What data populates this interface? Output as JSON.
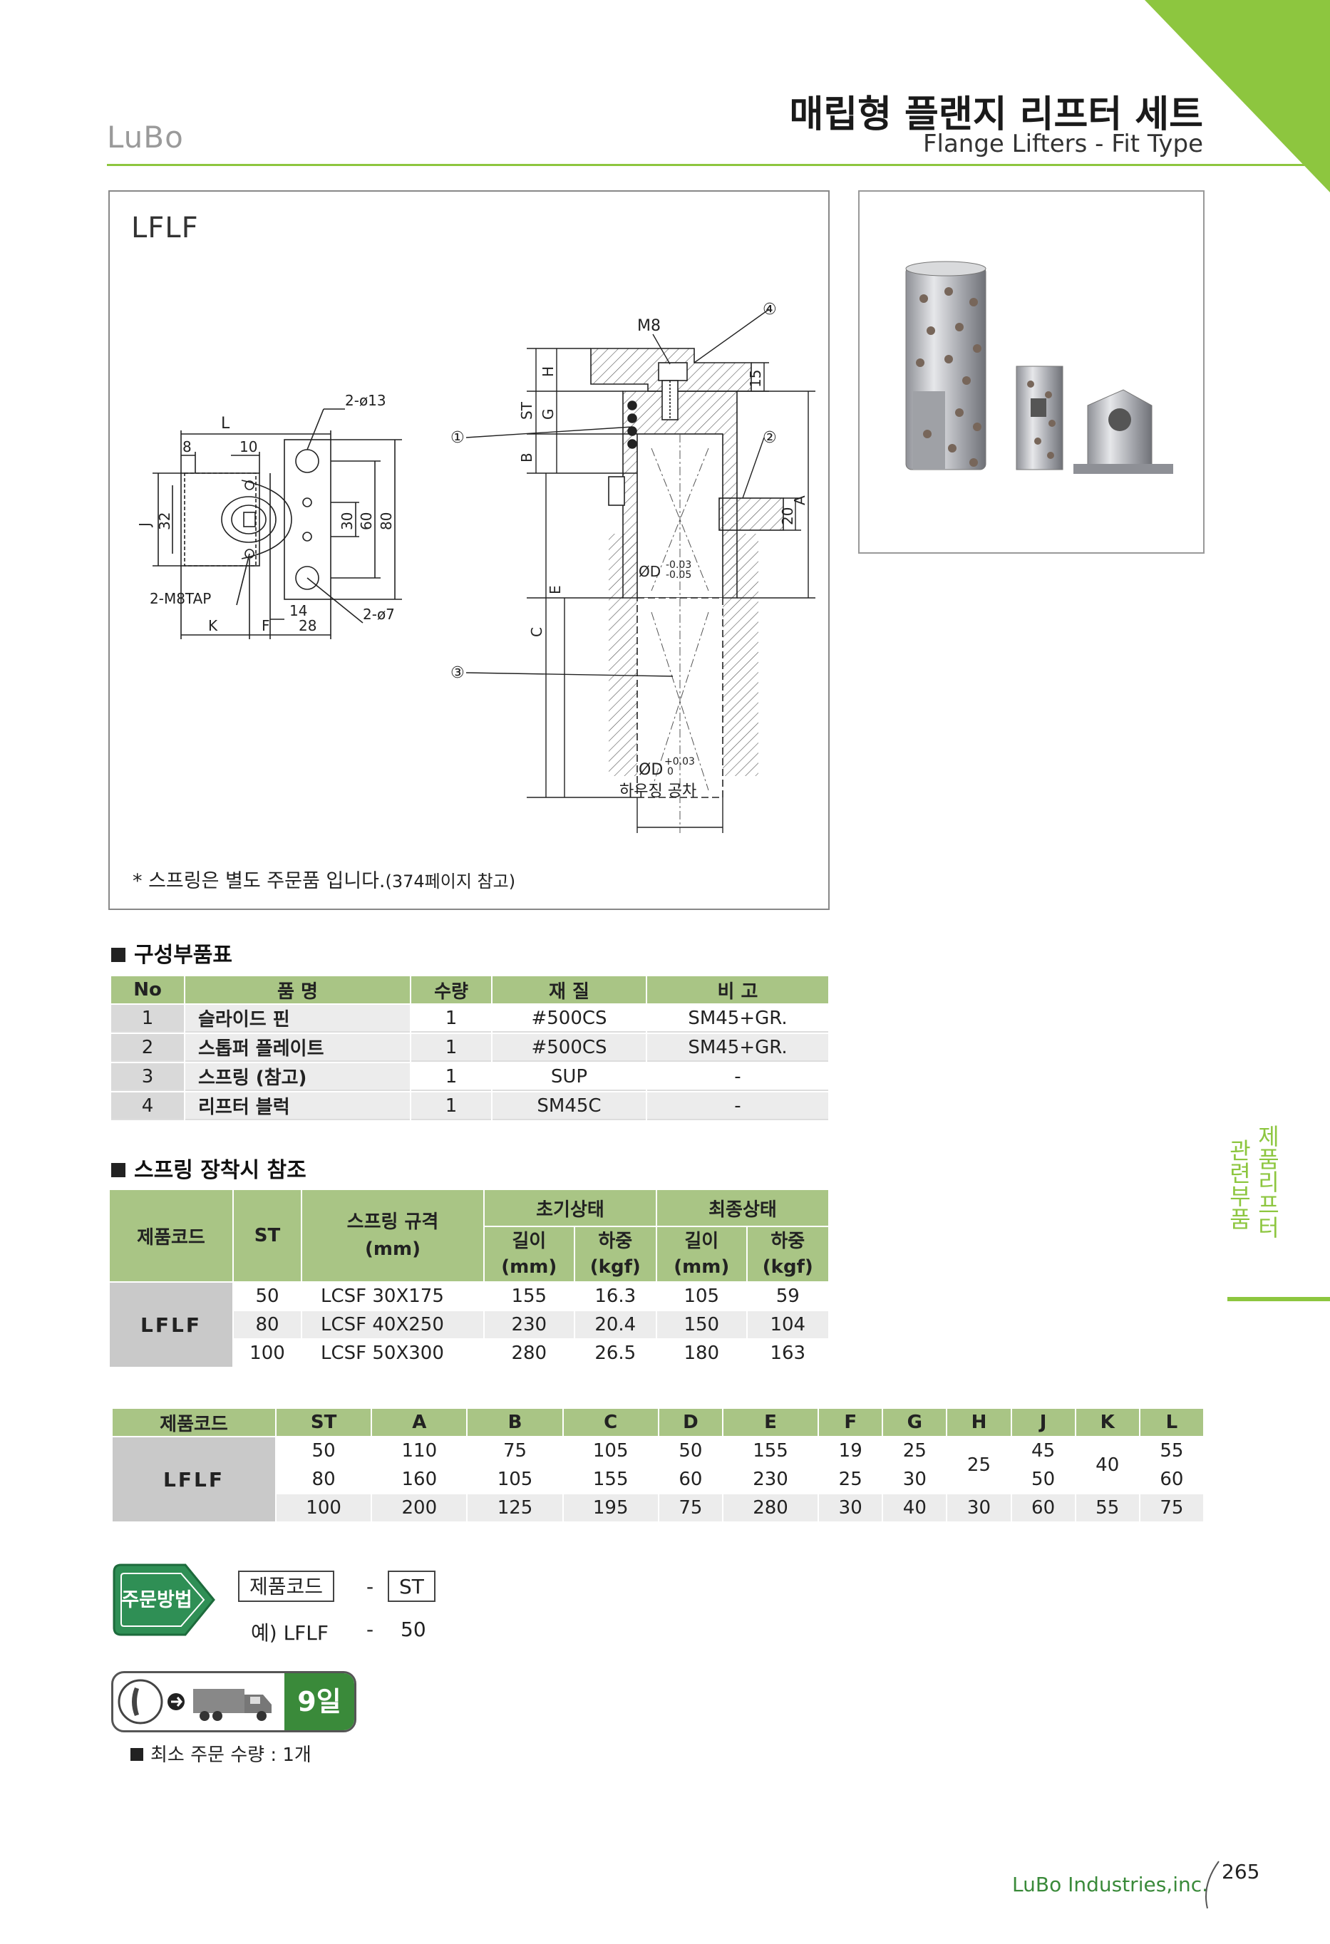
{
  "header": {
    "logo": "LuBo",
    "title_ko": "매립형 플랜지 리프터 세트",
    "title_en": "Flange Lifters - Fit Type",
    "accent_color": "#8dc63f"
  },
  "drawing": {
    "model": "LFLF",
    "note_main": "* 스프링은 별도 주문품 입니다.",
    "note_ref": "(374페이지 참고)",
    "labels": {
      "L": "L",
      "d8": "8",
      "d10": "10",
      "hole13": "2-ø13",
      "J": "J",
      "d32": "32",
      "d30": "30",
      "d60": "60",
      "d80": "80",
      "tap": "2-M8TAP",
      "d14": "14",
      "hole7": "2-ø7",
      "K": "K",
      "F": "F",
      "d28": "28",
      "M8": "M8",
      "n4": "④",
      "n1": "①",
      "n2": "②",
      "n3": "③",
      "ST": "ST",
      "H": "H",
      "G": "G",
      "B": "B",
      "E": "E",
      "C": "C",
      "A": "A",
      "d15": "15",
      "d20": "20",
      "dia_upper": "ØD",
      "tol_upper_hi": "-0.03",
      "tol_upper_lo": "-0.05",
      "dia_lower": "ØD",
      "tol_lower_hi": "+0.03",
      "tol_lower_lo": "0",
      "housing": "하우징 공차"
    }
  },
  "parts_table": {
    "section_title": "구성부품표",
    "headers": [
      "No",
      "품 명",
      "수량",
      "재 질",
      "비 고"
    ],
    "rows": [
      [
        "1",
        "슬라이드 핀",
        "1",
        "#500CS",
        "SM45+GR."
      ],
      [
        "2",
        "스톱퍼 플레이트",
        "1",
        "#500CS",
        "SM45+GR."
      ],
      [
        "3",
        "스프링 (참고)",
        "1",
        "SUP",
        "-"
      ],
      [
        "4",
        "리프터 블럭",
        "1",
        "SM45C",
        "-"
      ]
    ]
  },
  "spring_table": {
    "section_title": "스프링 장착시 참조",
    "h_code": "제품코드",
    "h_st": "ST",
    "h_spec": "스프링 규격",
    "h_spec_unit": "(mm)",
    "h_initial": "초기상태",
    "h_final": "최종상태",
    "h_len": "길이",
    "h_len_unit": "(mm)",
    "h_load": "하중",
    "h_load_unit": "(kgf)",
    "code": "LFLF",
    "rows": [
      [
        "50",
        "LCSF  30X175",
        "155",
        "16.3",
        "105",
        "59"
      ],
      [
        "80",
        "LCSF  40X250",
        "230",
        "20.4",
        "150",
        "104"
      ],
      [
        "100",
        "LCSF  50X300",
        "280",
        "26.5",
        "180",
        "163"
      ]
    ]
  },
  "dim_table": {
    "headers": [
      "제품코드",
      "ST",
      "A",
      "B",
      "C",
      "D",
      "E",
      "F",
      "G",
      "H",
      "J",
      "K",
      "L"
    ],
    "code": "LFLF",
    "rows": [
      [
        "50",
        "110",
        "75",
        "105",
        "50",
        "155",
        "19",
        "25",
        "25",
        "45",
        "40",
        "55"
      ],
      [
        "80",
        "160",
        "105",
        "155",
        "60",
        "230",
        "25",
        "30",
        "",
        "50",
        "",
        "60"
      ],
      [
        "100",
        "200",
        "125",
        "195",
        "75",
        "280",
        "30",
        "40",
        "30",
        "60",
        "55",
        "75"
      ]
    ]
  },
  "order": {
    "badge": "주문방법",
    "box_code": "제품코드",
    "dash": "-",
    "box_st": "ST",
    "example_prefix": "예) LFLF",
    "example_dash": "-",
    "example_st": "50"
  },
  "delivery": {
    "days": "9일",
    "min_qty": "최소 주문 수량 : 1개"
  },
  "side_tab": {
    "col1": "관련부품",
    "col2": "제품리프터"
  },
  "footer": {
    "company": "LuBo Industries,inc.",
    "page": "265"
  }
}
